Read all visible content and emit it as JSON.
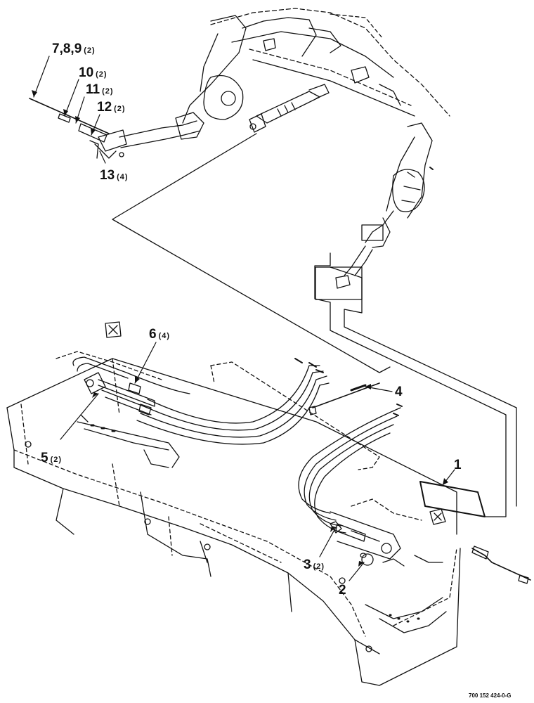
{
  "callouts": [
    {
      "id": "c7",
      "num": "7,8,9",
      "qty": "(2)"
    },
    {
      "id": "c10",
      "num": "10",
      "qty": "(2)"
    },
    {
      "id": "c11",
      "num": "11",
      "qty": "(2)"
    },
    {
      "id": "c12",
      "num": "12",
      "qty": "(2)"
    },
    {
      "id": "c13",
      "num": "13",
      "qty": "(4)"
    },
    {
      "id": "c6",
      "num": "6",
      "qty": "(4)"
    },
    {
      "id": "c4",
      "num": "4",
      "qty": ""
    },
    {
      "id": "c5",
      "num": "5",
      "qty": "(2)"
    },
    {
      "id": "c1",
      "num": "1",
      "qty": ""
    },
    {
      "id": "c3",
      "num": "3",
      "qty": "(2)"
    },
    {
      "id": "c2",
      "num": "2",
      "qty": ""
    }
  ],
  "figure_ref": "700 152 424-0-G",
  "colors": {
    "ink": "#111111",
    "paper": "#ffffff",
    "shade": "#555555"
  }
}
